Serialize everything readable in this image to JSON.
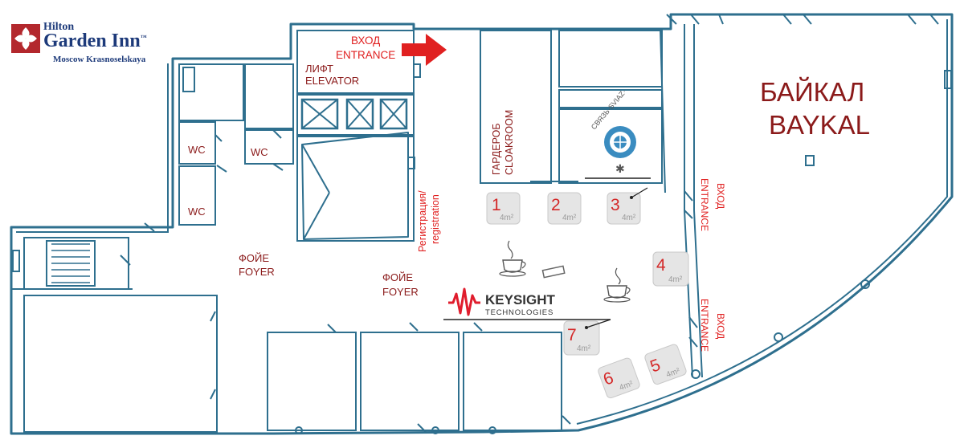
{
  "brand": {
    "name_top": "Hilton",
    "name_main": "Garden Inn",
    "trademark": "™",
    "location": "Moscow Krasnoselskaya",
    "brand_color": "#1d3a7a",
    "accent_color": "#b3282d"
  },
  "labels": {
    "entrance_top_ru": "ВХОД",
    "entrance_top_en": "ENTRANCE",
    "elevator_ru": "ЛИФТ",
    "elevator_en": "ELEVATOR",
    "wc": "WC",
    "cloakroom_ru": "ГАРДЕРОБ",
    "cloakroom_en": "CLOAKROOM",
    "registration_ru": "Регистрация/",
    "registration_en": "registration",
    "foyer_ru": "ФОЙЕ",
    "foyer_en": "FOYER",
    "hall_ru": "БАЙКАЛ",
    "hall_en": "BAYKAL",
    "side_entrance_ru": "ВХОД",
    "side_entrance_en": "ENTRANCE"
  },
  "sponsors": {
    "keysight_name": "KEYSIGHT",
    "keysight_sub": "TECHNOLOGIES",
    "svyaz_text": "СВЯЗЬ·SVIAZ·"
  },
  "booths": [
    {
      "number": "1",
      "area": "4m²"
    },
    {
      "number": "2",
      "area": "4m²"
    },
    {
      "number": "3",
      "area": "4m²"
    },
    {
      "number": "4",
      "area": "4m²"
    },
    {
      "number": "5",
      "area": "4m²"
    },
    {
      "number": "6",
      "area": "4m²"
    },
    {
      "number": "7",
      "area": "4m²"
    }
  ],
  "colors": {
    "wall": "#2e6f8e",
    "room_label": "#8b1a1a",
    "red_label": "#e02020",
    "booth_fill": "#e5e5e5",
    "booth_number": "#d42828"
  },
  "icons": [
    "coffee-cup-icon",
    "entrance-arrow-icon",
    "hilton-leaf-logo-icon",
    "svyaz-globe-icon",
    "keysight-wave-icon"
  ]
}
